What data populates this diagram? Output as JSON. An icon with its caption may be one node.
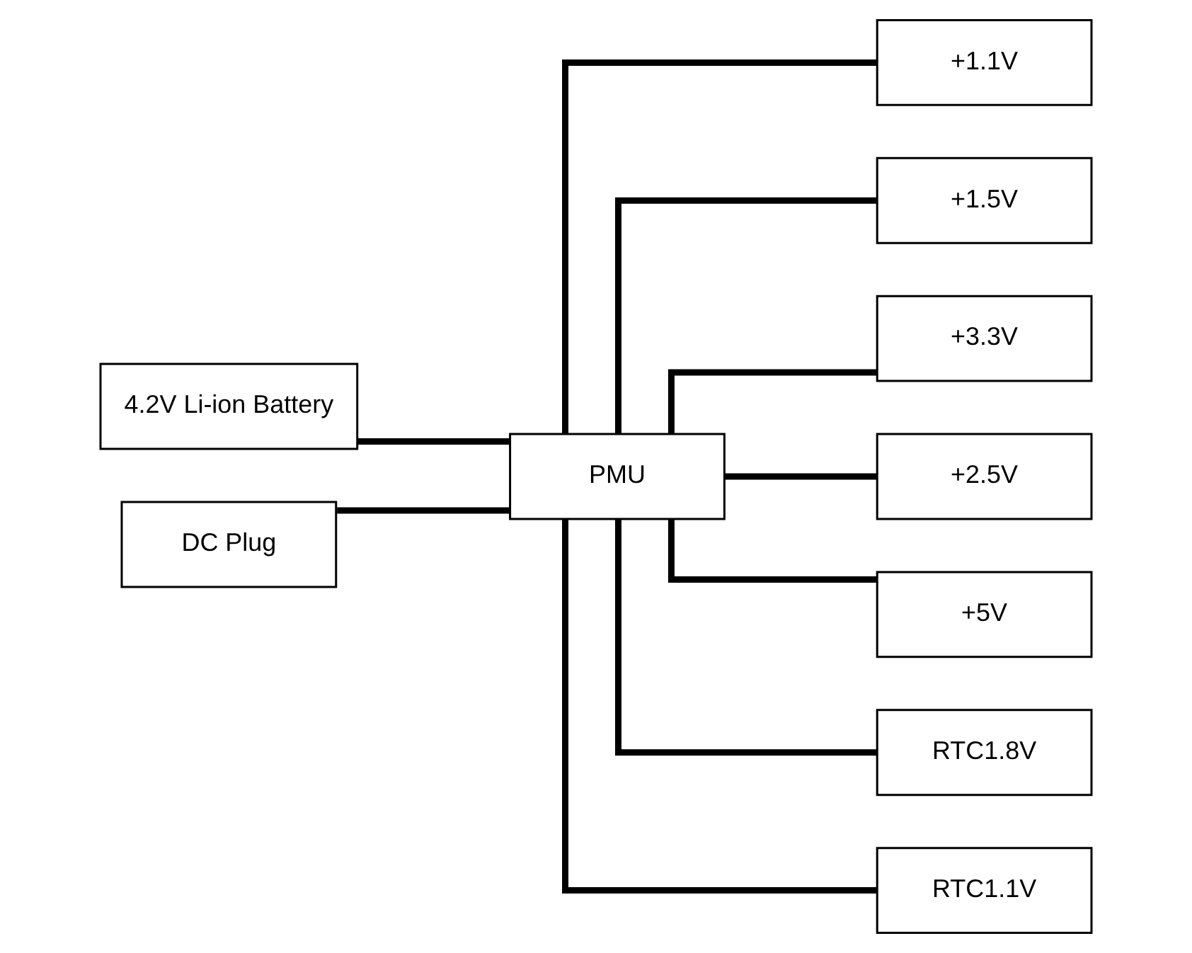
{
  "diagram": {
    "nodes": [
      {
        "text": [
          "+1.1V"
        ]
      },
      {
        "text": [
          "+1.5V"
        ]
      },
      {
        "text": [
          "+3.3V"
        ]
      },
      {
        "text": [
          "+2.5V"
        ]
      },
      {
        "text": [
          "+5V"
        ]
      },
      {
        "text": [
          "RTC1.8V"
        ]
      },
      {
        "text": [
          "RTC1.1V"
        ]
      },
      {
        "text": [
          "4.2V Li-ion Battery"
        ]
      },
      {
        "text": [
          "DC Plug"
        ]
      },
      {
        "text": [
          "PMU"
        ]
      }
    ],
    "edges": [
      {
        "from": 8,
        "to": 9,
        "arrow": "none"
      },
      {
        "from": 7,
        "to": 9,
        "arrow": "none"
      },
      {
        "from": 9,
        "to": 0,
        "arrow": "none"
      },
      {
        "from": 9,
        "to": 1,
        "arrow": "none"
      },
      {
        "from": 9,
        "to": 2,
        "arrow": "none"
      },
      {
        "from": 9,
        "to": 3,
        "arrow": "none"
      },
      {
        "from": 9,
        "to": 4,
        "arrow": "none"
      },
      {
        "from": 9,
        "to": 5,
        "arrow": "none"
      },
      {
        "from": 9,
        "to": 6,
        "arrow": "none"
      }
    ]
  }
}
